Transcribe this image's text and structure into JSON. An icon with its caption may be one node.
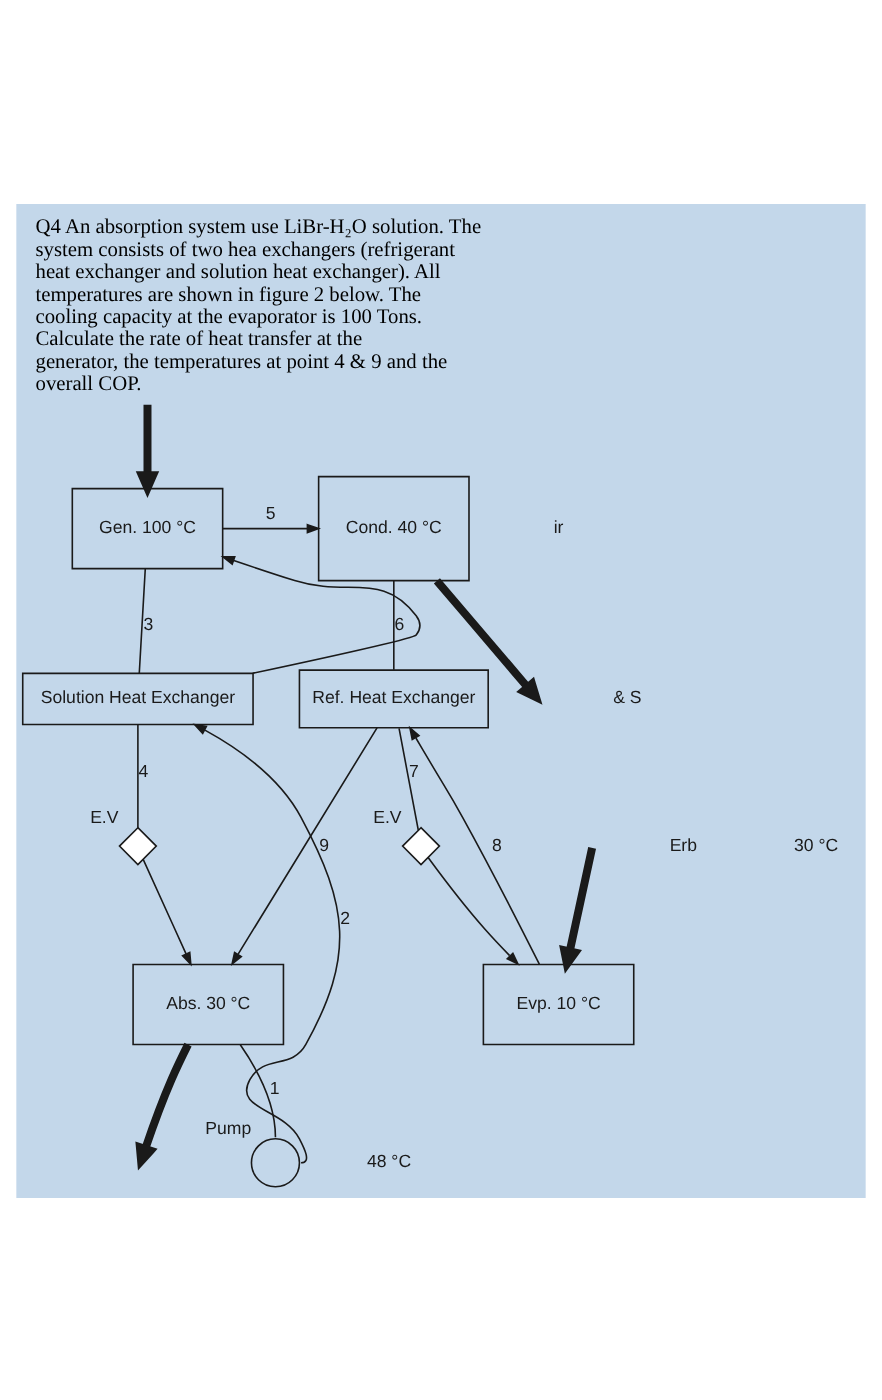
{
  "diagram": {
    "title": "Q4 An absorption system use LiBr-H₂O solution. The system consists of two hea exchangers (refrigerant heat exchanger and solution heat exchanger). All temperatures are shown in figure 2 below. The cooling capacity at the evaporator is 100 Tons. Calculate the rate of heat transfer at the generator, the temperatures at point 4 & 9 and the overall COP.",
    "nodes": [
      {
        "text": [
          "Gen. 100 °C"
        ]
      },
      {
        "text": [
          "Cond. 40 °C"
        ]
      },
      {
        "text": [
          "Solution Heat Exchanger"
        ]
      },
      {
        "text": [
          "Ref. Heat Exchanger"
        ]
      },
      {
        "text": [],
        "shape": "valve",
        "beside": [
          "E.V"
        ]
      },
      {
        "text": [
          "Abs. 30 °C"
        ]
      },
      {
        "text": [],
        "shape": "valve",
        "beside": [
          "E.V"
        ]
      },
      {
        "text": [
          "Evp. 10 °C"
        ]
      },
      {
        "text": [],
        "shape": "circle",
        "beside": [
          "Pump"
        ]
      }
    ],
    "edges": [
      {
        "from": 5,
        "to": 8,
        "label": "1",
        "arrow": "none"
      },
      {
        "from": 8,
        "to": 2,
        "label": "2",
        "arrow": "to"
      },
      {
        "from": 2,
        "to": 0,
        "arrow": "to"
      },
      {
        "from": 0,
        "to": 2,
        "label": "3",
        "arrow": "none"
      },
      {
        "from": 2,
        "to": 4,
        "label": "4",
        "arrow": "none"
      },
      {
        "from": 4,
        "to": 5,
        "arrow": "to"
      },
      {
        "from": 0,
        "to": 1,
        "label": "5",
        "arrow": "to"
      },
      {
        "from": 1,
        "to": 3,
        "label": "6",
        "arrow": "none"
      },
      {
        "from": 3,
        "to": 6,
        "label": "7",
        "arrow": "none"
      },
      {
        "from": 6,
        "to": 7,
        "arrow": "to"
      },
      {
        "from": 7,
        "to": 3,
        "label": "8",
        "arrow": "to"
      },
      {
        "from": 3,
        "to": 5,
        "label": "9",
        "arrow": "to"
      },
      {
        "from": null,
        "to": 0,
        "arrow": "to",
        "style": "thick"
      },
      {
        "from": 1,
        "to": null,
        "arrow": "to",
        "style": "thick"
      },
      {
        "from": 5,
        "to": null,
        "arrow": "to",
        "style": "thick"
      },
      {
        "from": null,
        "to": 7,
        "arrow": "to",
        "style": "thick"
      }
    ],
    "labels": [
      "ir",
      "& S",
      "Erb",
      "48 °C",
      "30 °C"
    ]
  }
}
